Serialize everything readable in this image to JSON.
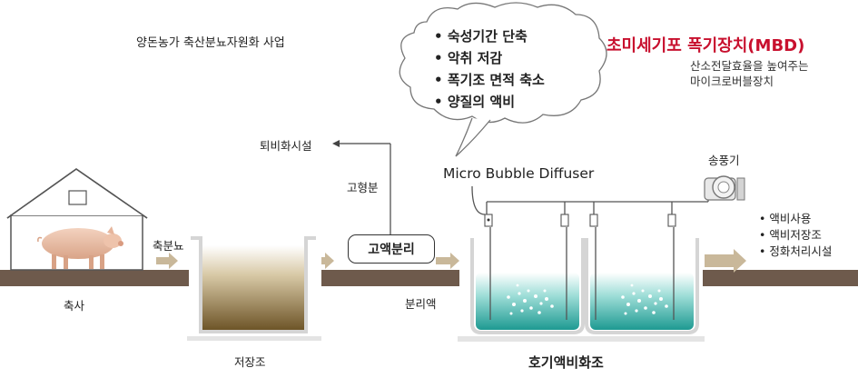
{
  "title": "양돈농가 축산분뇨자원화 사업",
  "cloud_points": [
    "숙성기간 단축",
    "악취 저감",
    "폭기조 면적 축소",
    "양질의 액비"
  ],
  "mbd": {
    "title": "초미세기포 폭기장치(MBD)",
    "subtitle_line1": "산소전달효율을 높여주는",
    "subtitle_line2": "마이크로버블장치"
  },
  "labels": {
    "barn": "축사",
    "manure": "축분뇨",
    "storage_tank": "저장조",
    "compost": "퇴비화시설",
    "solids": "고형분",
    "separation": "고액분리",
    "liquid": "분리액",
    "diffuser": "Micro Bubble Diffuser",
    "blower": "송풍기",
    "aeration_tank": "호기액비화조"
  },
  "uses": [
    "액비사용",
    "액비저장조",
    "정화처리시설"
  ],
  "colors": {
    "accent_red": "#c8102e",
    "ground": "#6e5a4c",
    "arrow": "#c9b89a",
    "manure": "#7a6236",
    "liquid_teal": "#2aa9a0"
  }
}
